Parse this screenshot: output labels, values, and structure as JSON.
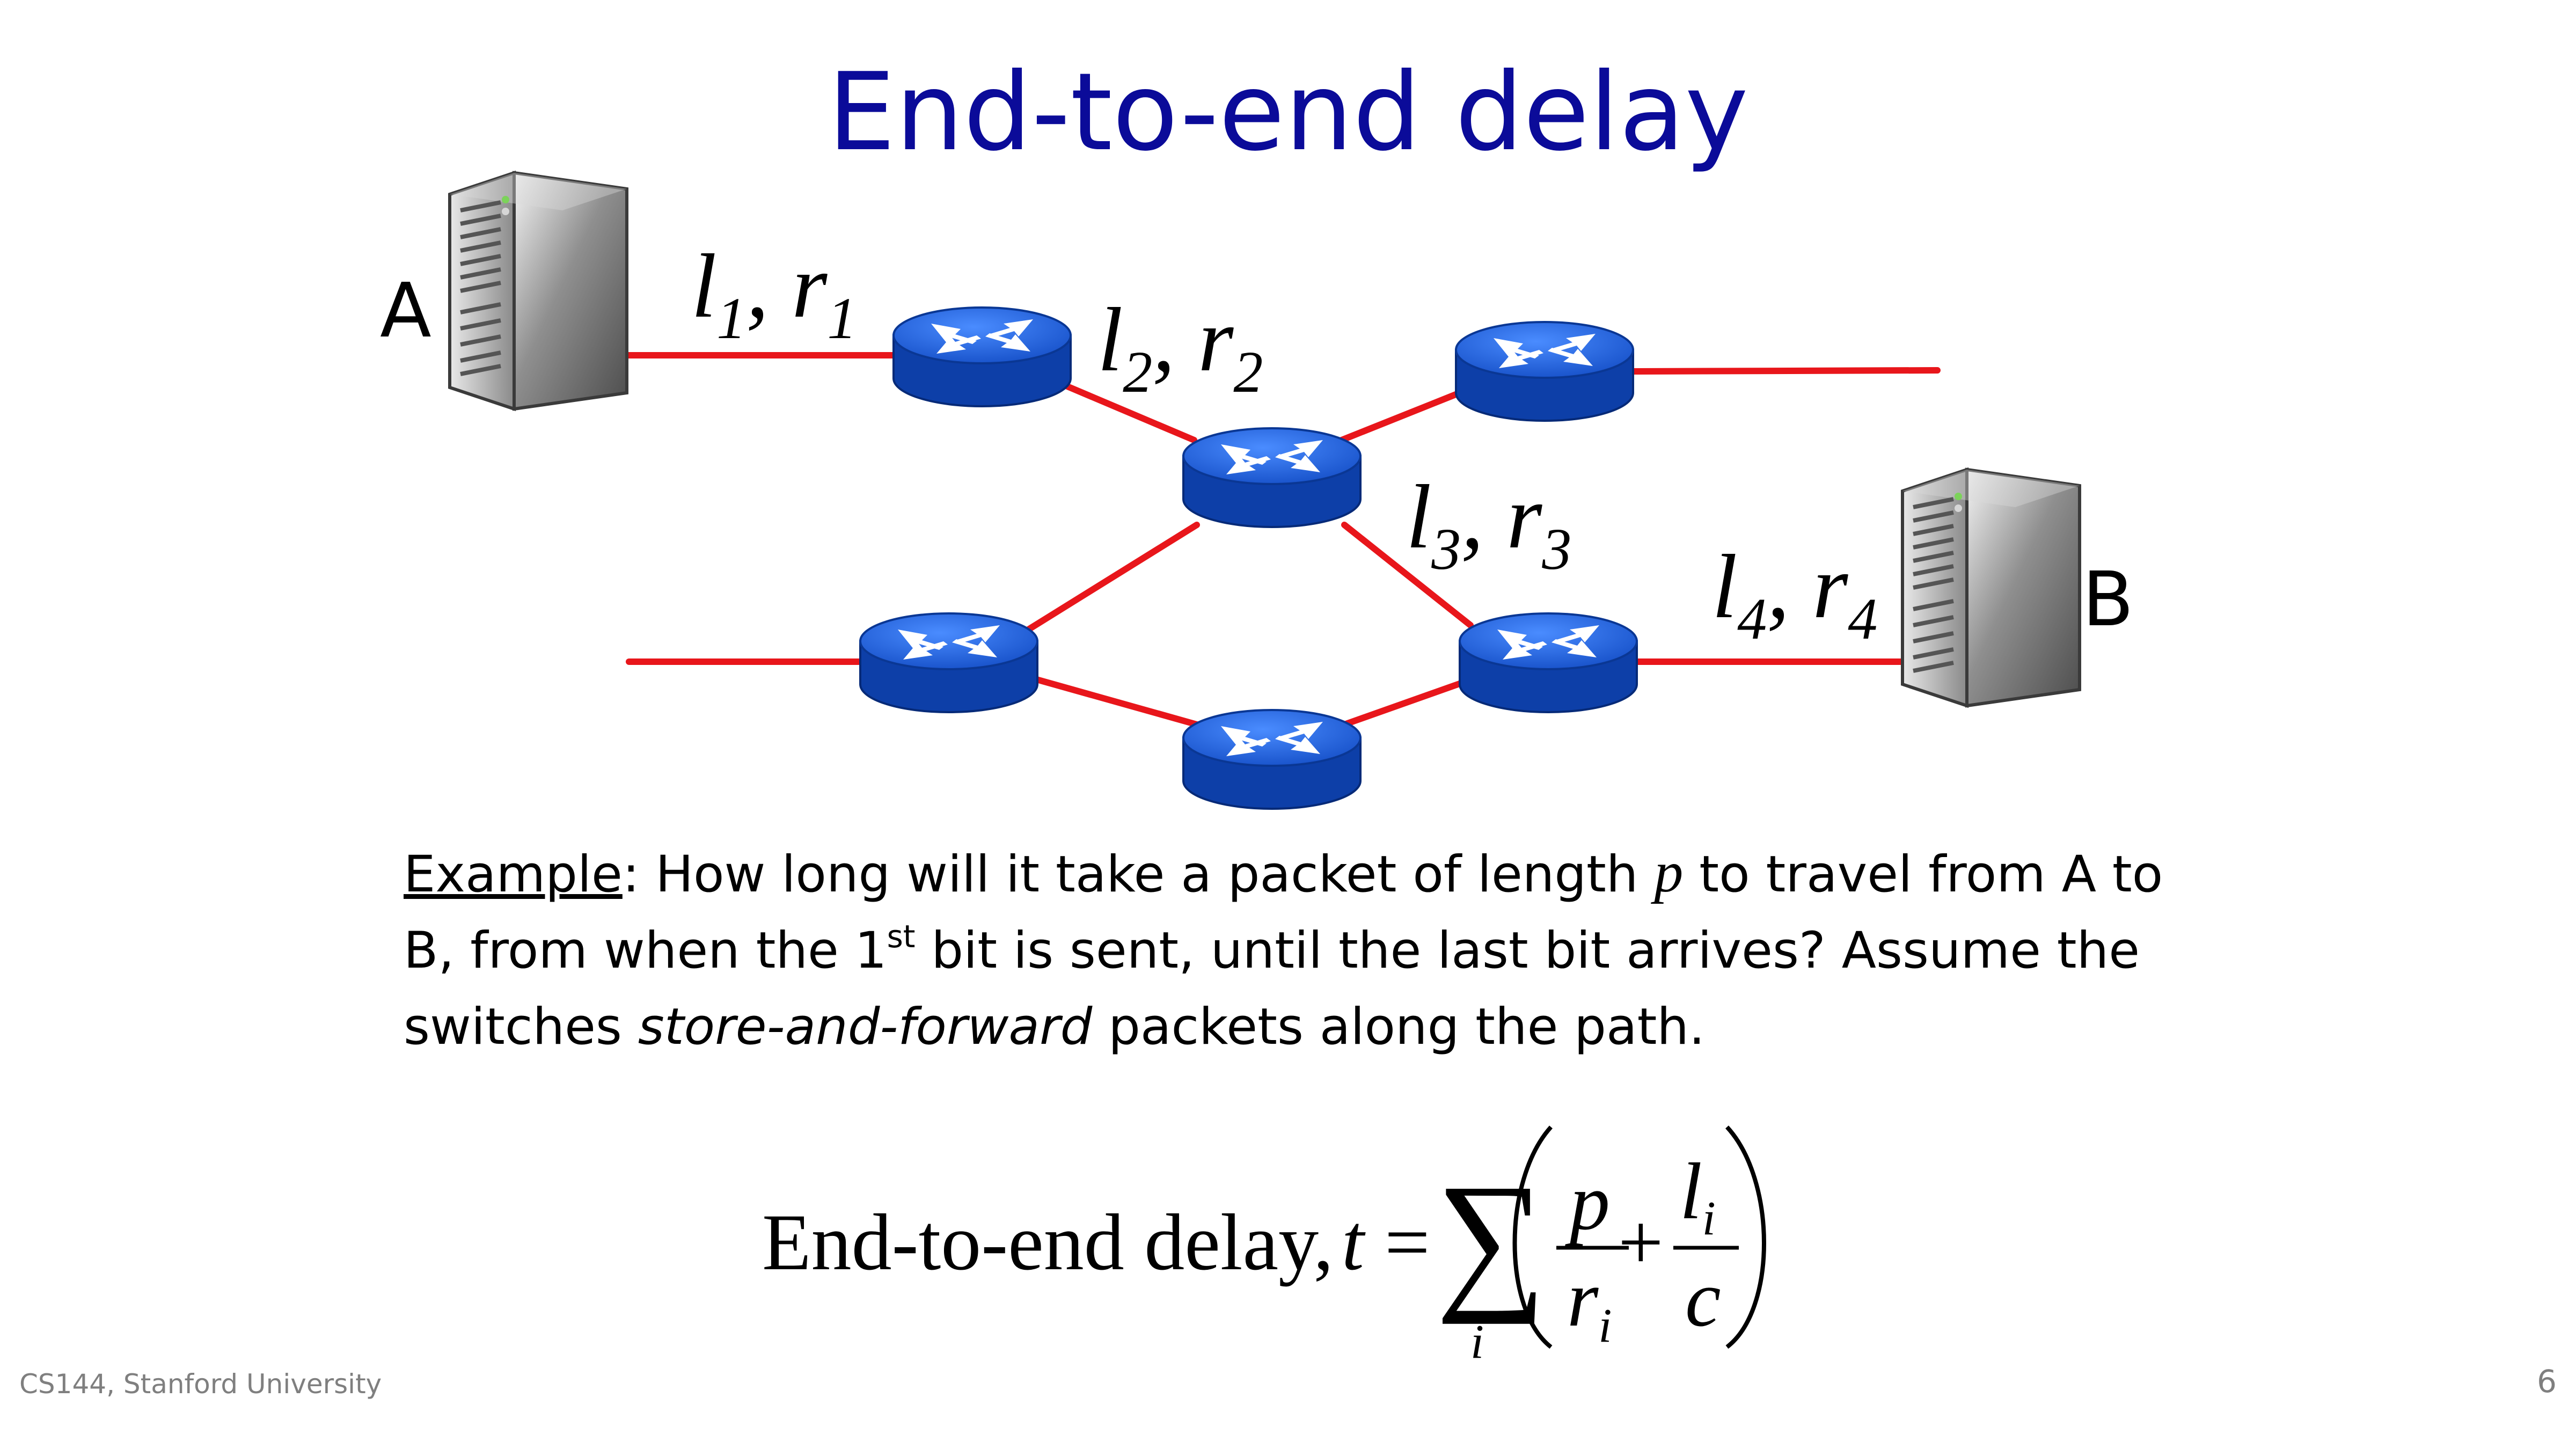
{
  "title": "End-to-end delay",
  "nodes": {
    "a": "A",
    "b": "B"
  },
  "links": [
    {
      "l": "l",
      "li": "1",
      "r": "r",
      "ri": "1"
    },
    {
      "l": "l",
      "li": "2",
      "r": "r",
      "ri": "2"
    },
    {
      "l": "l",
      "li": "3",
      "r": "r",
      "ri": "3"
    },
    {
      "l": "l",
      "li": "4",
      "r": "r",
      "ri": "4"
    }
  ],
  "example": {
    "label": "Example",
    "t1": ": How long will it take a packet of length ",
    "var_p": "p",
    "t2": " to travel from A to B, from when the 1",
    "sup": "st",
    "t3": " bit is sent, until the last bit arrives? Assume the switches ",
    "italic": "store-and-forward",
    "t4": " packets along the path."
  },
  "formula": {
    "label": "End-to-end delay,",
    "t": "t",
    "eq": "=",
    "sum": "∑",
    "sub_i": "i",
    "p": "p",
    "r": "r",
    "ri": "i",
    "plus": "+",
    "l": "l",
    "li": "i",
    "c": "c"
  },
  "footer": {
    "course": "CS144, Stanford University",
    "page": "6"
  },
  "colors": {
    "title": "#0b0b99",
    "link": "#e8161b",
    "router": "#1e64e8"
  }
}
